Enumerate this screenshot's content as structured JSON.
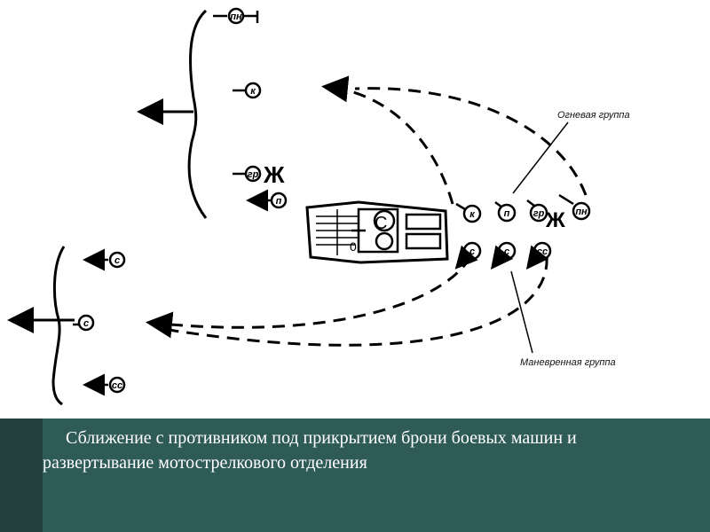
{
  "labels": {
    "fire_group": "Огневая группа",
    "maneuver_group": "Маневренная группа"
  },
  "symbols": {
    "machine_gunner": "пн",
    "commander": "к",
    "grenade_launcher": "гр",
    "asst_grenade_launcher": "п",
    "rifleman": "с",
    "senior_rifleman": "сс",
    "flag": "Ж",
    "fire_team": [
      "к",
      "п",
      "гр",
      "пн"
    ],
    "maneuver_team": [
      "с",
      "с",
      "сс"
    ],
    "vehicle_marks": [
      "С",
      "0"
    ]
  },
  "caption": {
    "text": "Сближение с противником под прикрытием брони боевых машин и развертывание мотострелкового отделения"
  },
  "colors": {
    "ink": "#000000",
    "panel": "#2f5b57",
    "caption_text": "#ffffff"
  }
}
